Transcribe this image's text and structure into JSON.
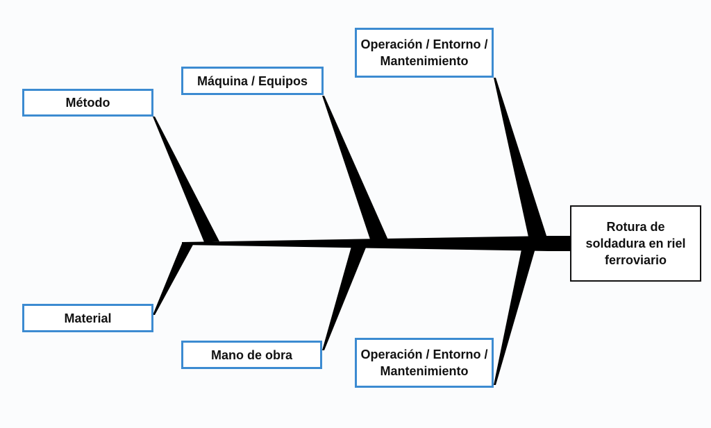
{
  "diagram": {
    "effect": "Rotura de soldadura en riel ferroviario",
    "causes": {
      "metodo": "Método",
      "maquina": "Máquina / Equipos",
      "operacion_top": "Operación / Entorno / Mantenimiento",
      "material": "Material",
      "mano_de_obra": "Mano de obra",
      "operacion_bottom": "Operación / Entorno / Mantenimiento"
    },
    "colors": {
      "cause_border": "#3c8bd1",
      "effect_border": "#111111",
      "bones": "#000000"
    }
  }
}
